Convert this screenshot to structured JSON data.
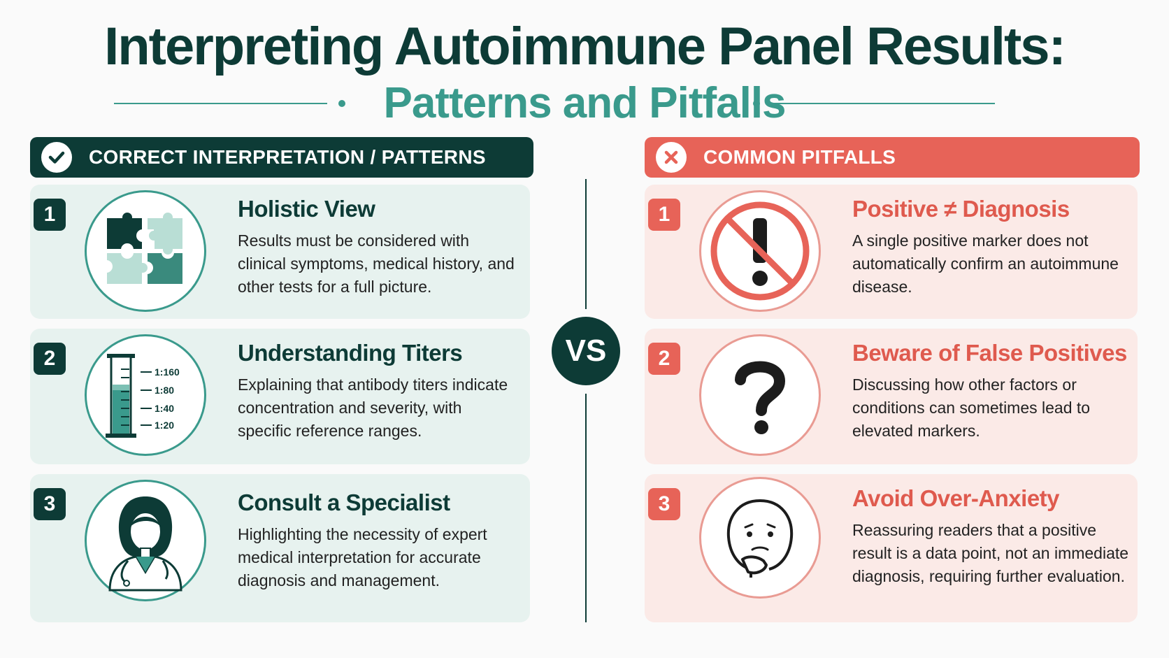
{
  "title": "Interpreting Autoimmune Panel Results:",
  "subtitle": "Patterns and Pitfalls",
  "vs_label": "VS",
  "left_column": {
    "header": "CORRECT INTERPRETATION / PATTERNS",
    "header_icon": "check-icon",
    "items": [
      {
        "number": "1",
        "title": "Holistic View",
        "description": "Results must be considered with clinical symptoms, medical history, and other tests for a full picture.",
        "icon": "puzzle-pieces-icon"
      },
      {
        "number": "2",
        "title": "Understanding Titers",
        "description": "Explaining that antibody titers indicate concentration and severity, with specific reference ranges.",
        "icon": "test-tube-icon",
        "tube_labels": [
          "1:160",
          "1:80",
          "1:40",
          "1:20"
        ]
      },
      {
        "number": "3",
        "title": "Consult a Specialist",
        "description": "Highlighting the necessity of expert medical interpretation for accurate diagnosis and management.",
        "icon": "doctor-icon"
      }
    ]
  },
  "right_column": {
    "header": "COMMON PITFALLS",
    "header_icon": "x-icon",
    "items": [
      {
        "number": "1",
        "title": "Positive ≠ Diagnosis",
        "description": "A single positive marker does not automatically confirm an autoimmune disease.",
        "icon": "prohibited-exclamation-icon"
      },
      {
        "number": "2",
        "title": "Beware of False Positives",
        "description": "Discussing how other factors or conditions can sometimes lead to elevated markers.",
        "icon": "question-mark-icon"
      },
      {
        "number": "3",
        "title": "Avoid Over-Anxiety",
        "description": "Reassuring readers that a positive result is a data point, not an immediate diagnosis, requiring further evaluation.",
        "icon": "worried-face-icon"
      }
    ]
  },
  "colors": {
    "dark_teal": "#0d3b36",
    "teal": "#3a9a8c",
    "coral": "#e76358",
    "left_card_bg": "#e7f2ef",
    "right_card_bg": "#fbeae7"
  }
}
